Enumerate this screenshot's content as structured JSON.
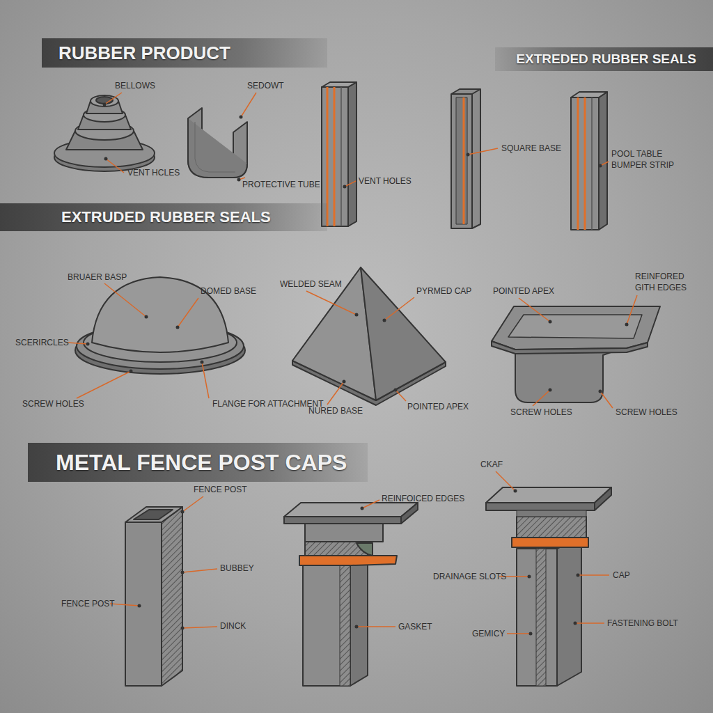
{
  "diagram": {
    "nodes": [
      {
        "text": [
          "RUBBER PRODUCT"
        ]
      },
      {
        "text": [
          "EXTREDED RUBBER SEALS"
        ]
      },
      {
        "text": [
          "EXTRUDED RUBBER SEALS"
        ]
      },
      {
        "text": [
          "METAL FENCE POST CAPS"
        ]
      }
    ],
    "labels": [
      "BELLOWS",
      "SEDOWT",
      "VENT HCLES",
      "PROTECTIVE TUBE",
      "VENT HOLES",
      "SQUARE BASE",
      "POOL TABLE BUMPER STRIP",
      "BRUAER BASP",
      "DOMED BASE",
      "SCERIRCLES",
      "SCREW HOLES",
      "FLANGE FOR ATTACHMENT",
      "WELDED SEAM",
      "PYRMED CAP",
      "NURED BASE",
      "POINTED APEX",
      "POINTED APEX",
      "REINFORED GITH EDGES",
      "SCREW HOLES",
      "SCREW HOLES",
      "FENCE POST",
      "BUBBEY",
      "FENCE POST",
      "DINCK",
      "REINFOICED EDGES",
      "GASKET",
      "CKAF",
      "DRAINAGE SLOTS",
      "CAP",
      "GEMICY",
      "FASTENING BOLT"
    ]
  }
}
